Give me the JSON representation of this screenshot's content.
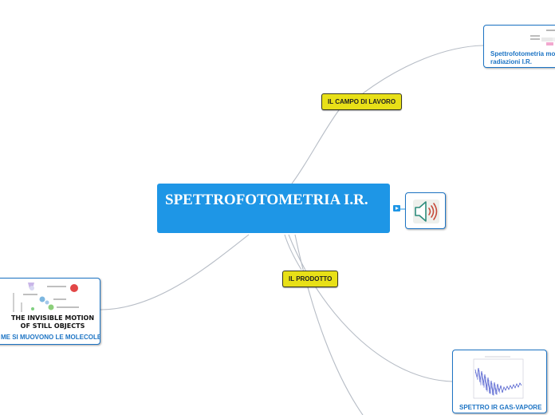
{
  "central": {
    "title": "SPETTROFOTOMETRIA I.R."
  },
  "branches": [
    {
      "label": "IL CAMPO DI LAVORO"
    },
    {
      "label": "IL PRODOTTO"
    }
  ],
  "cards": {
    "top_right": {
      "caption_line1": "Spettrofotometria mo",
      "caption_line2": "radiazioni I.R."
    },
    "left": {
      "image_text_line1": "THE INVISIBLE MOTION",
      "image_text_line2": "OF STILL OBJECTS",
      "caption": "ME SI MUOVONO LE MOLECOLE"
    },
    "bottom_right": {
      "caption": "SPETTRO IR GAS-VAPORE"
    }
  },
  "colors": {
    "central": "#1e96e6",
    "tag": "#e8e017",
    "link": "#b7bdc6",
    "caption": "#1d74c4"
  },
  "icons": {
    "attachment": "speaker-icon",
    "link": "play-icon"
  }
}
